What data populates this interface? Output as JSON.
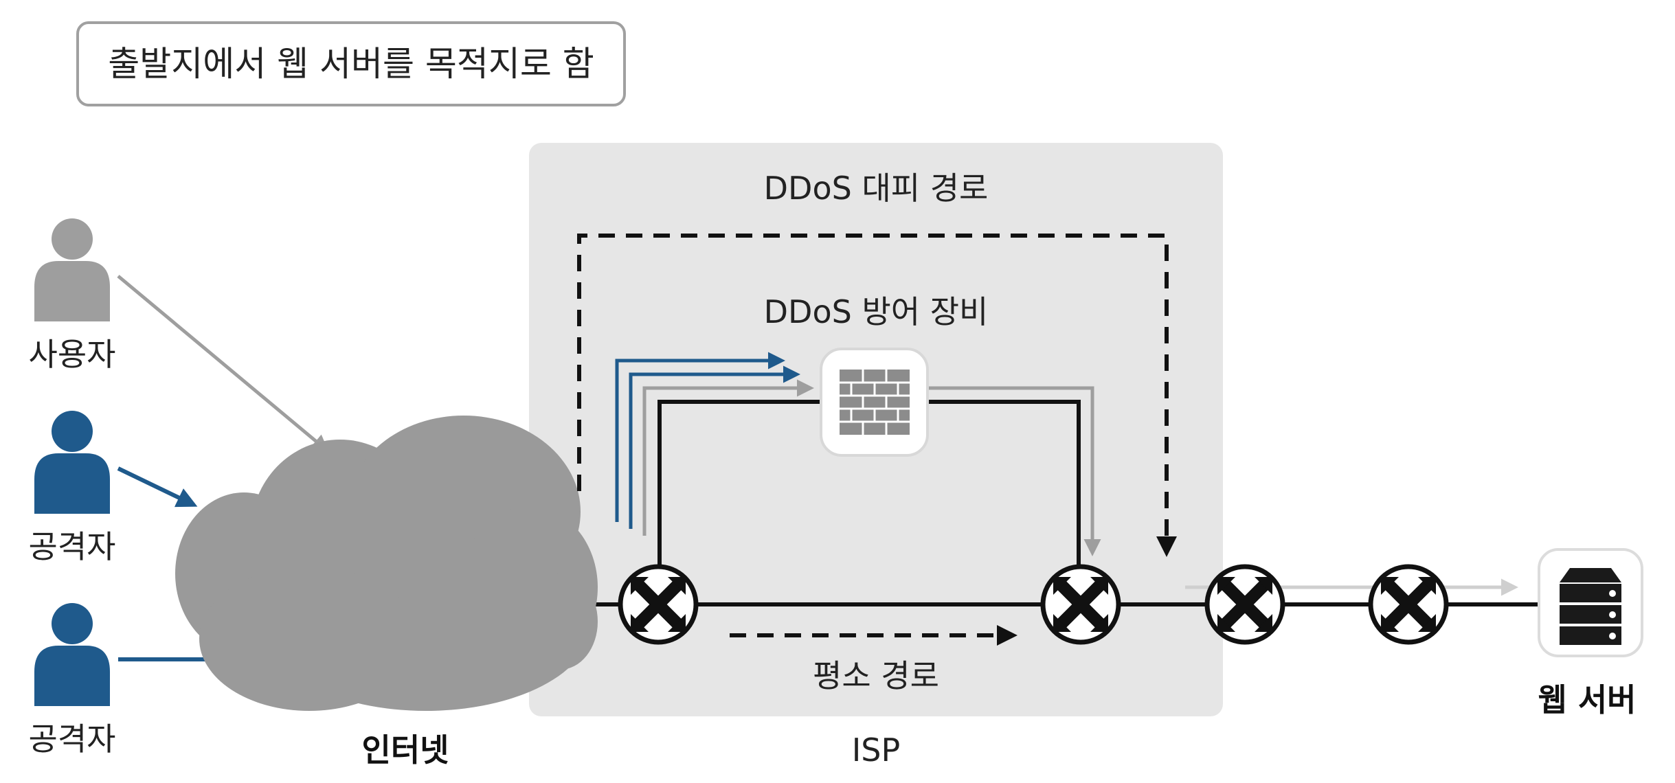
{
  "title_box": {
    "text": "출발지에서 웹 서버를 목적지로 함"
  },
  "users": [
    {
      "label": "사용자",
      "kind": "user",
      "color": "#9e9e9e"
    },
    {
      "label": "공격자",
      "kind": "attacker",
      "color": "#1f5a8c"
    },
    {
      "label": "공격자",
      "kind": "attacker",
      "color": "#1f5a8c"
    }
  ],
  "internet": {
    "label": "인터넷",
    "color": "#9a9a9a"
  },
  "isp": {
    "label": "ISP",
    "bypass_label": "DDoS 대피 경로",
    "defense_label": "DDoS 방어 장비",
    "normal_label": "평소 경로",
    "panel_color": "#e6e6e6"
  },
  "web_server": {
    "label": "웹 서버"
  },
  "colors": {
    "attack": "#1f5a8c",
    "user_traffic": "#9e9e9e",
    "line": "#111111",
    "light_arrow": "#cfcfcf"
  },
  "icons": {
    "router": "router-icon",
    "firewall": "firewall-icon",
    "server": "server-icon",
    "person": "person-icon",
    "cloud": "cloud-icon"
  }
}
